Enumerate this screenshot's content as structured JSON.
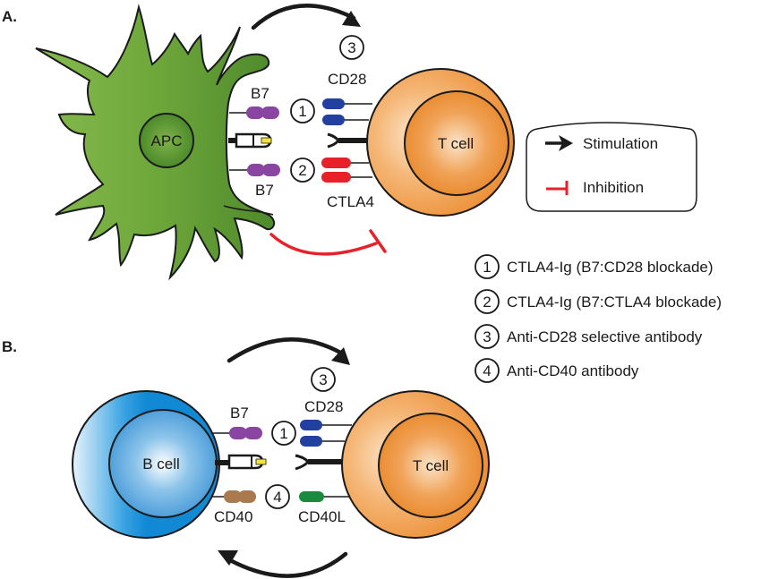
{
  "panels": {
    "a": {
      "label": "A.",
      "apc_label": "APC",
      "tcell_label": "T cell",
      "b7_top": "B7",
      "b7_bottom": "B7",
      "cd28": "CD28",
      "ctla4": "CTLA4",
      "markers": [
        "1",
        "2",
        "3"
      ]
    },
    "b": {
      "label": "B.",
      "bcell_label": "B cell",
      "tcell_label": "T cell",
      "b7": "B7",
      "cd28": "CD28",
      "cd40": "CD40",
      "cd40l": "CD40L",
      "markers": [
        "1",
        "3",
        "4"
      ]
    }
  },
  "legend": {
    "stimulation": "Stimulation",
    "inhibition": "Inhibition"
  },
  "key": [
    {
      "num": "1",
      "text": "CTLA4-Ig (B7:CD28 blockade)"
    },
    {
      "num": "2",
      "text": "CTLA4-Ig (B7:CTLA4 blockade)"
    },
    {
      "num": "3",
      "text": "Anti-CD28 selective antibody"
    },
    {
      "num": "4",
      "text": "Anti-CD40 antibody"
    }
  ],
  "colors": {
    "apc_green": "#6fa83a",
    "tcell_orange": "#ef9a45",
    "bcell_blue": "#1b8fd6",
    "b7_purple": "#8a44a2",
    "cd28_blue": "#2240a0",
    "ctla4_red": "#e8202a",
    "cd40_brown": "#a87a4e",
    "cd40l_green": "#1a8a3e",
    "mhc_yellow": "#f2e23a",
    "inhibition_red": "#e8202a"
  }
}
